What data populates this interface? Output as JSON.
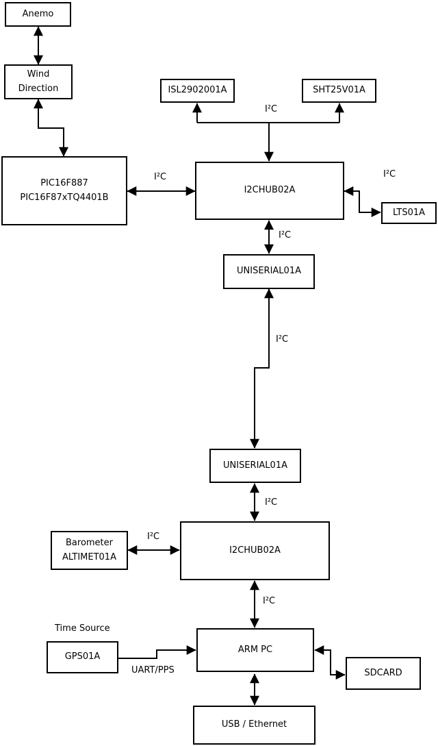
{
  "diagram": {
    "nodes": {
      "anemo": {
        "label": "Anemo"
      },
      "wind_direction": {
        "line1": "Wind",
        "line2": "Direction"
      },
      "pic": {
        "line1": "PIC16F887",
        "line2": "PIC16F87xTQ4401B"
      },
      "isl": {
        "label": "ISL2902001A"
      },
      "sht": {
        "label": "SHT25V01A"
      },
      "i2chub_top": {
        "label": "I2CHUB02A"
      },
      "lts": {
        "label": "LTS01A"
      },
      "uniserial_top": {
        "label": "UNISERIAL01A"
      },
      "uniserial_bottom": {
        "label": "UNISERIAL01A"
      },
      "barometer": {
        "line1": "Barometer",
        "line2": "ALTIMET01A"
      },
      "i2chub_bottom": {
        "label": "I2CHUB02A"
      },
      "gps": {
        "label": "GPS01A"
      },
      "arm_pc": {
        "label": "ARM PC"
      },
      "sdcard": {
        "label": "SDCARD"
      },
      "usb_ethernet": {
        "label": "USB / Ethernet"
      }
    },
    "edge_labels": {
      "i2c_sensors": "I²C",
      "i2c_pic": "I²C",
      "i2c_lts": "I²C",
      "i2c_hub_serial": "I²C",
      "i2c_serial_link": "I²C",
      "i2c_serial_hub2": "I²C",
      "i2c_barometer": "I²C",
      "i2c_hub2_arm": "I²C",
      "uart_pps": "UART/PPS",
      "time_source": "Time Source"
    },
    "colors": {
      "line": "#000000",
      "background": "#ffffff",
      "box_fill": "#ffffff",
      "text": "#000000"
    }
  }
}
